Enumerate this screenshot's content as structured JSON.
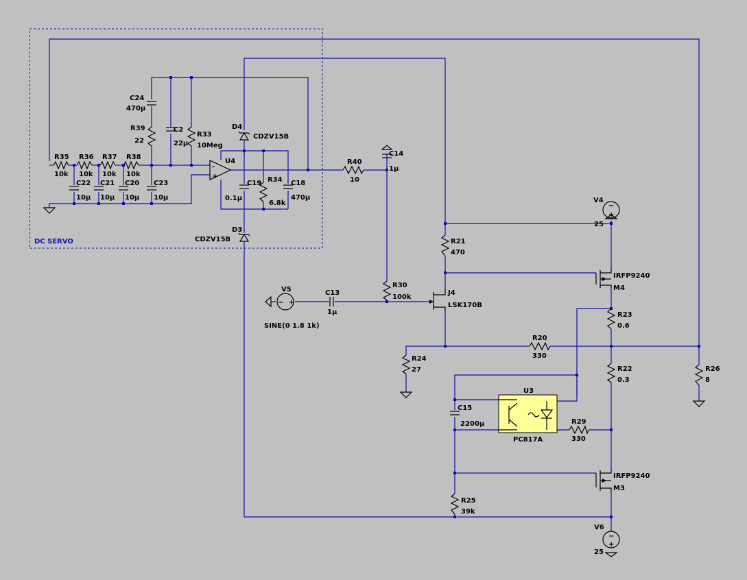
{
  "group_label": "DC SERVO",
  "components": {
    "R35": {
      "ref": "R35",
      "value": "10k"
    },
    "R36": {
      "ref": "R36",
      "value": "10k"
    },
    "R37": {
      "ref": "R37",
      "value": "10k"
    },
    "R38": {
      "ref": "R38",
      "value": "10k"
    },
    "R39": {
      "ref": "R39",
      "value": "22"
    },
    "R33": {
      "ref": "R33",
      "value": "10Meg"
    },
    "R34": {
      "ref": "R34",
      "value": "6.8k"
    },
    "R40": {
      "ref": "R40",
      "value": "10"
    },
    "R30": {
      "ref": "R30",
      "value": "100k"
    },
    "R21": {
      "ref": "R21",
      "value": "470"
    },
    "R20": {
      "ref": "R20",
      "value": "330"
    },
    "R23": {
      "ref": "R23",
      "value": "0.6"
    },
    "R22": {
      "ref": "R22",
      "value": "0.3"
    },
    "R24": {
      "ref": "R24",
      "value": "27"
    },
    "R25": {
      "ref": "R25",
      "value": "39k"
    },
    "R26": {
      "ref": "R26",
      "value": "8"
    },
    "R29": {
      "ref": "R29",
      "value": "330"
    },
    "C24": {
      "ref": "C24",
      "value": "470µ"
    },
    "C2": {
      "ref": "C2",
      "value": "22µ"
    },
    "C22": {
      "ref": "C22",
      "value": "10µ"
    },
    "C21": {
      "ref": "C21",
      "value": "10µ"
    },
    "C20": {
      "ref": "C20",
      "value": "10µ"
    },
    "C23": {
      "ref": "C23",
      "value": "10µ"
    },
    "C19": {
      "ref": "C19",
      "value": "0.1µ"
    },
    "C18": {
      "ref": "C18",
      "value": "470µ"
    },
    "C14": {
      "ref": "C14",
      "value": "1µ"
    },
    "C13": {
      "ref": "C13",
      "value": "1µ"
    },
    "C15": {
      "ref": "C15",
      "value": "2200µ"
    },
    "D4": {
      "ref": "D4",
      "value": "CDZV15B"
    },
    "D3": {
      "ref": "D3",
      "value": "CDZV15B"
    },
    "U4": {
      "ref": "U4"
    },
    "U3": {
      "ref": "U3",
      "value": "PC817A"
    },
    "J4": {
      "ref": "J4",
      "value": "LSK170B"
    },
    "M4": {
      "ref": "M4",
      "value": "IRFP9240"
    },
    "M3": {
      "ref": "M3",
      "value": "IRFP9240"
    },
    "V4": {
      "ref": "V4",
      "value": "25"
    },
    "V5": {
      "ref": "V5",
      "value": "SINE(0 1.8 1k)"
    },
    "V6": {
      "ref": "V6",
      "value": "25"
    }
  }
}
